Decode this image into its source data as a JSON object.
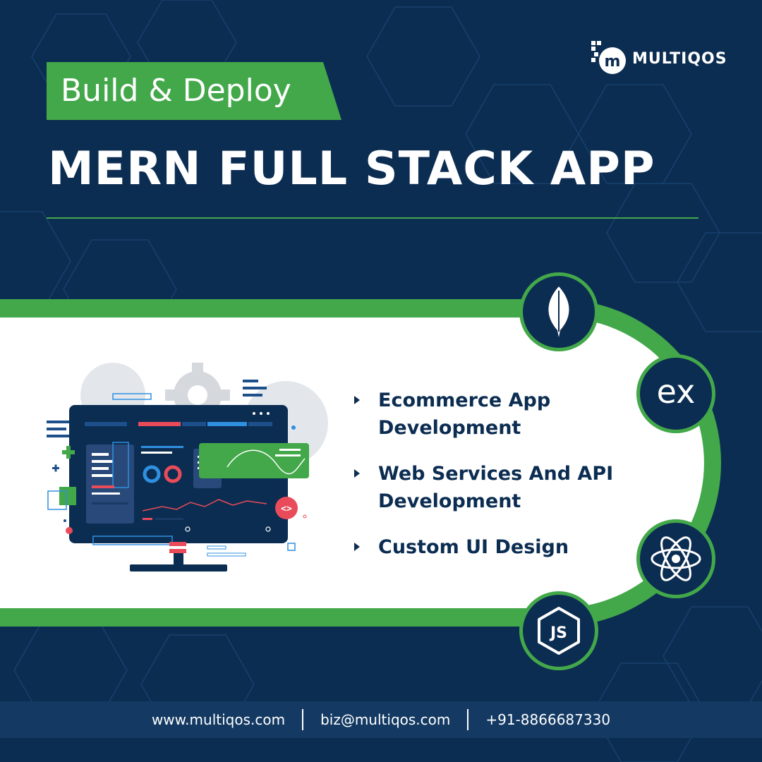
{
  "brand": {
    "name": "MULTIQOS",
    "logo_icon": "m-logo-icon"
  },
  "header": {
    "tag": "Build & Deploy",
    "title": "MERN FULL STACK APP"
  },
  "features": [
    {
      "text": "Ecommerce App Development"
    },
    {
      "text": "Web Services And API Development"
    },
    {
      "text": "Custom UI Design"
    }
  ],
  "tech_stack": {
    "mongodb_icon": "mongodb-leaf-icon",
    "express_label": "ex",
    "react_icon": "react-atom-icon",
    "node_icon": "nodejs-icon"
  },
  "footer": {
    "website": "www.multiqos.com",
    "email": "biz@multiqos.com",
    "phone": "+91-8866687330"
  },
  "colors": {
    "navy": "#0c2d52",
    "green": "#43a84a",
    "white": "#ffffff",
    "red_accent": "#e94b5a",
    "blue_accent": "#2f8fe0"
  }
}
